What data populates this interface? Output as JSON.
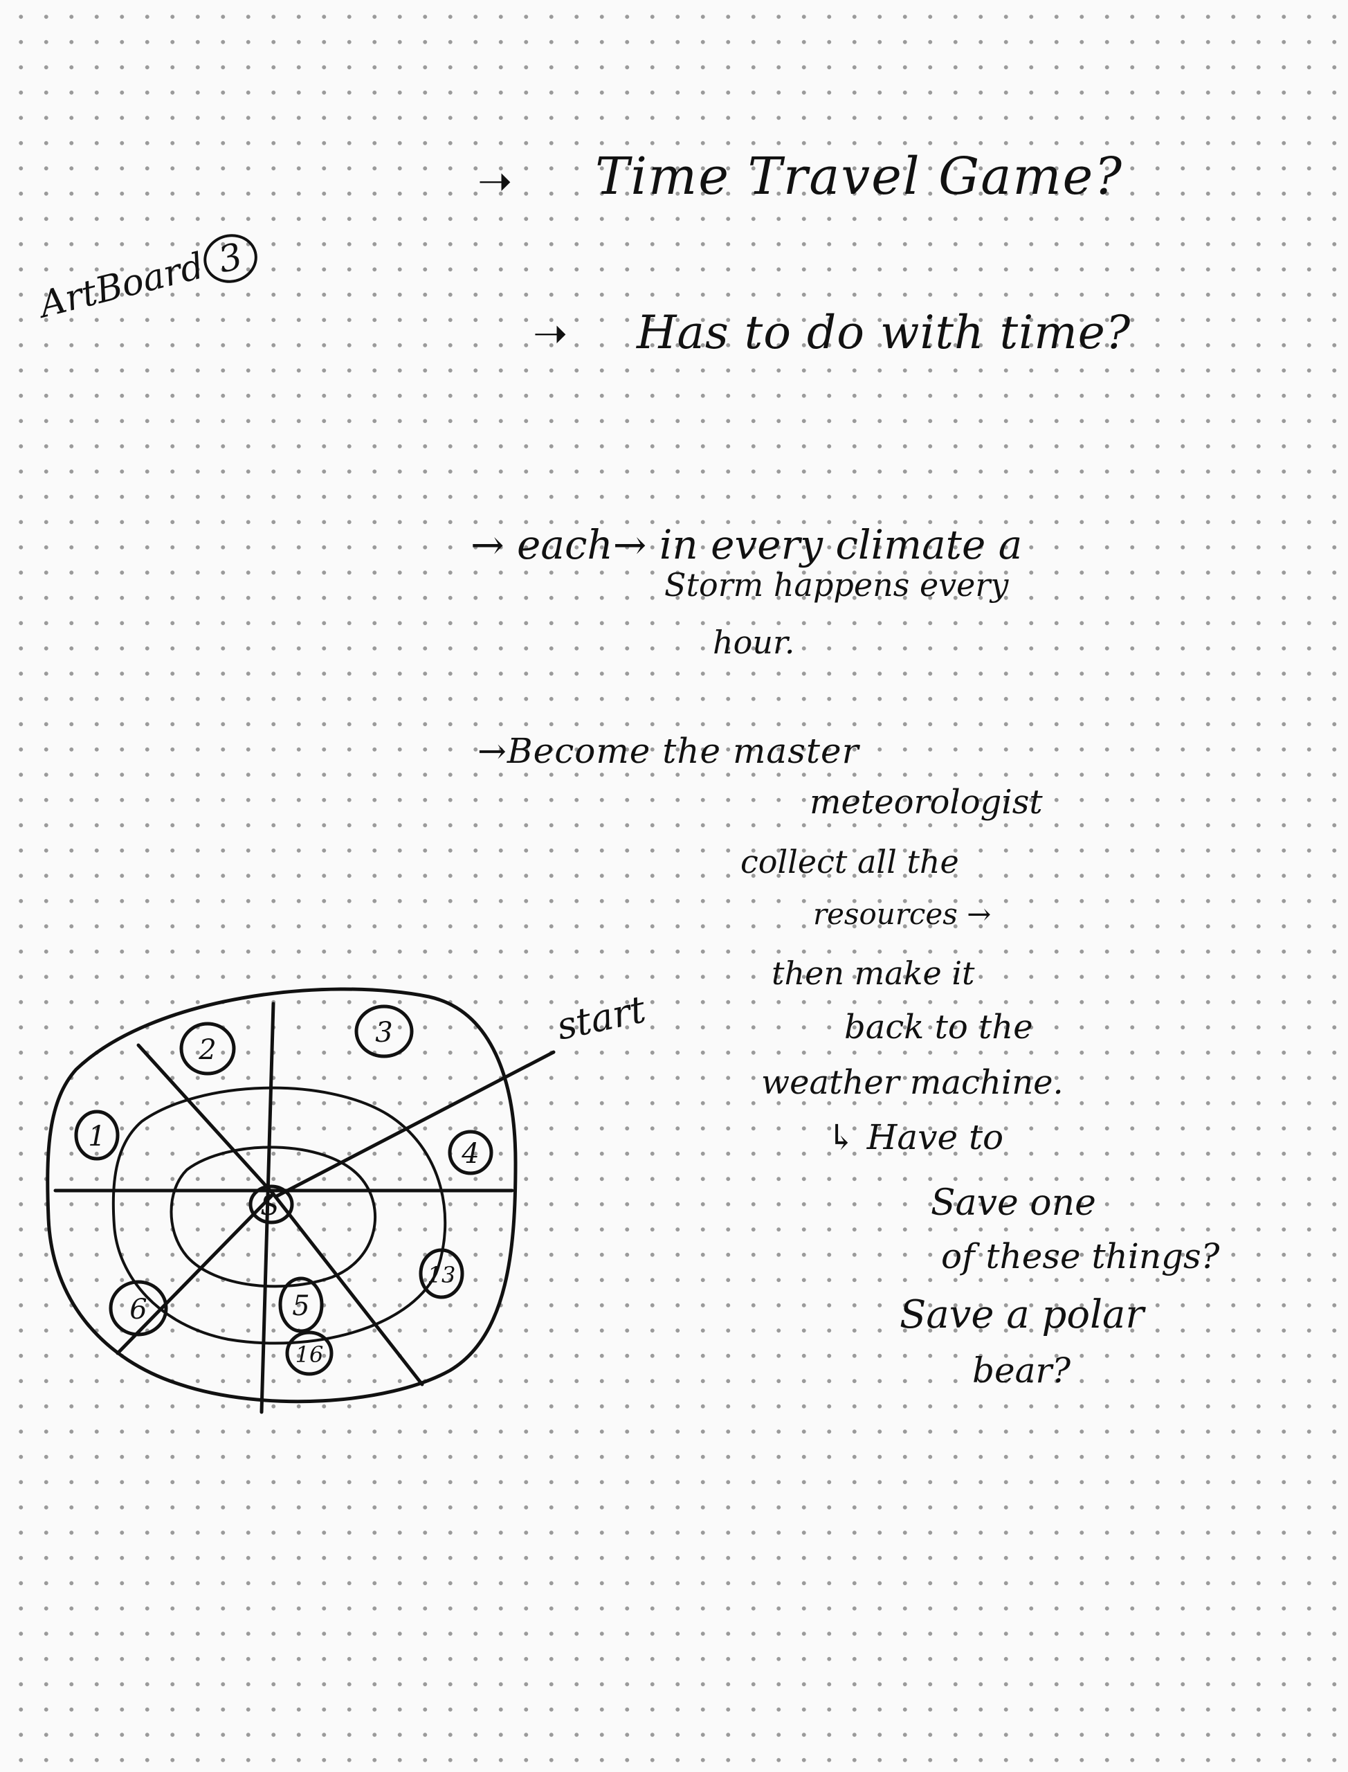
{
  "title_line": "Time Travel Game?",
  "artboard": {
    "label": "ArtBoard",
    "number": "3"
  },
  "line2": "Has to do with time?",
  "note_climate": {
    "line1": "each→ in every climate a",
    "line2": "Storm happens every",
    "line3": "hour."
  },
  "note_goal": {
    "line1": "Become the master",
    "line2": "meteorologist",
    "line3": "collect all the",
    "line4": "resources →",
    "line5": "then make it",
    "line6": "back to the",
    "line7": "weather machine.",
    "line8": "Have to",
    "line9": "Save one",
    "line10": "of these things?",
    "line11": "Save a polar",
    "line12": "bear?"
  },
  "board": {
    "start_label": "start",
    "center_label": "S",
    "spaces": [
      "1",
      "2",
      "3",
      "4",
      "13",
      "5",
      "16",
      "6"
    ]
  },
  "colors": {
    "ink": "#111111",
    "paper": "#fafafa",
    "dot_grid": "#9a9a9a"
  }
}
